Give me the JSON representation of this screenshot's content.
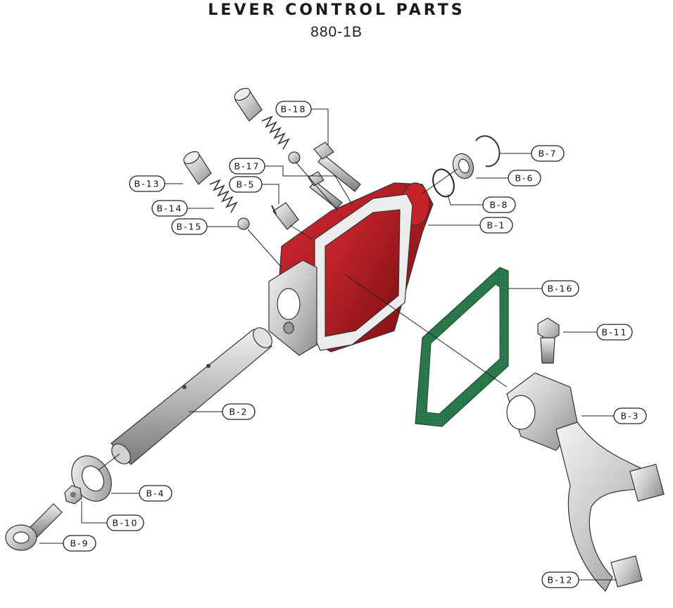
{
  "header": {
    "title": "LEVER CONTROL PARTS",
    "model": "880-1B"
  },
  "callouts": [
    "B-1",
    "B-2",
    "B-3",
    "B-4",
    "B-5",
    "B-6",
    "B-7",
    "B-8",
    "B-9",
    "B-10",
    "B-11",
    "B-12",
    "B-13",
    "B-14",
    "B-15",
    "B-16",
    "B-17",
    "B-18"
  ],
  "colors": {
    "housing": "#b01c22",
    "gasket": "#2e7d4f",
    "metal": "#d9d9d9"
  }
}
